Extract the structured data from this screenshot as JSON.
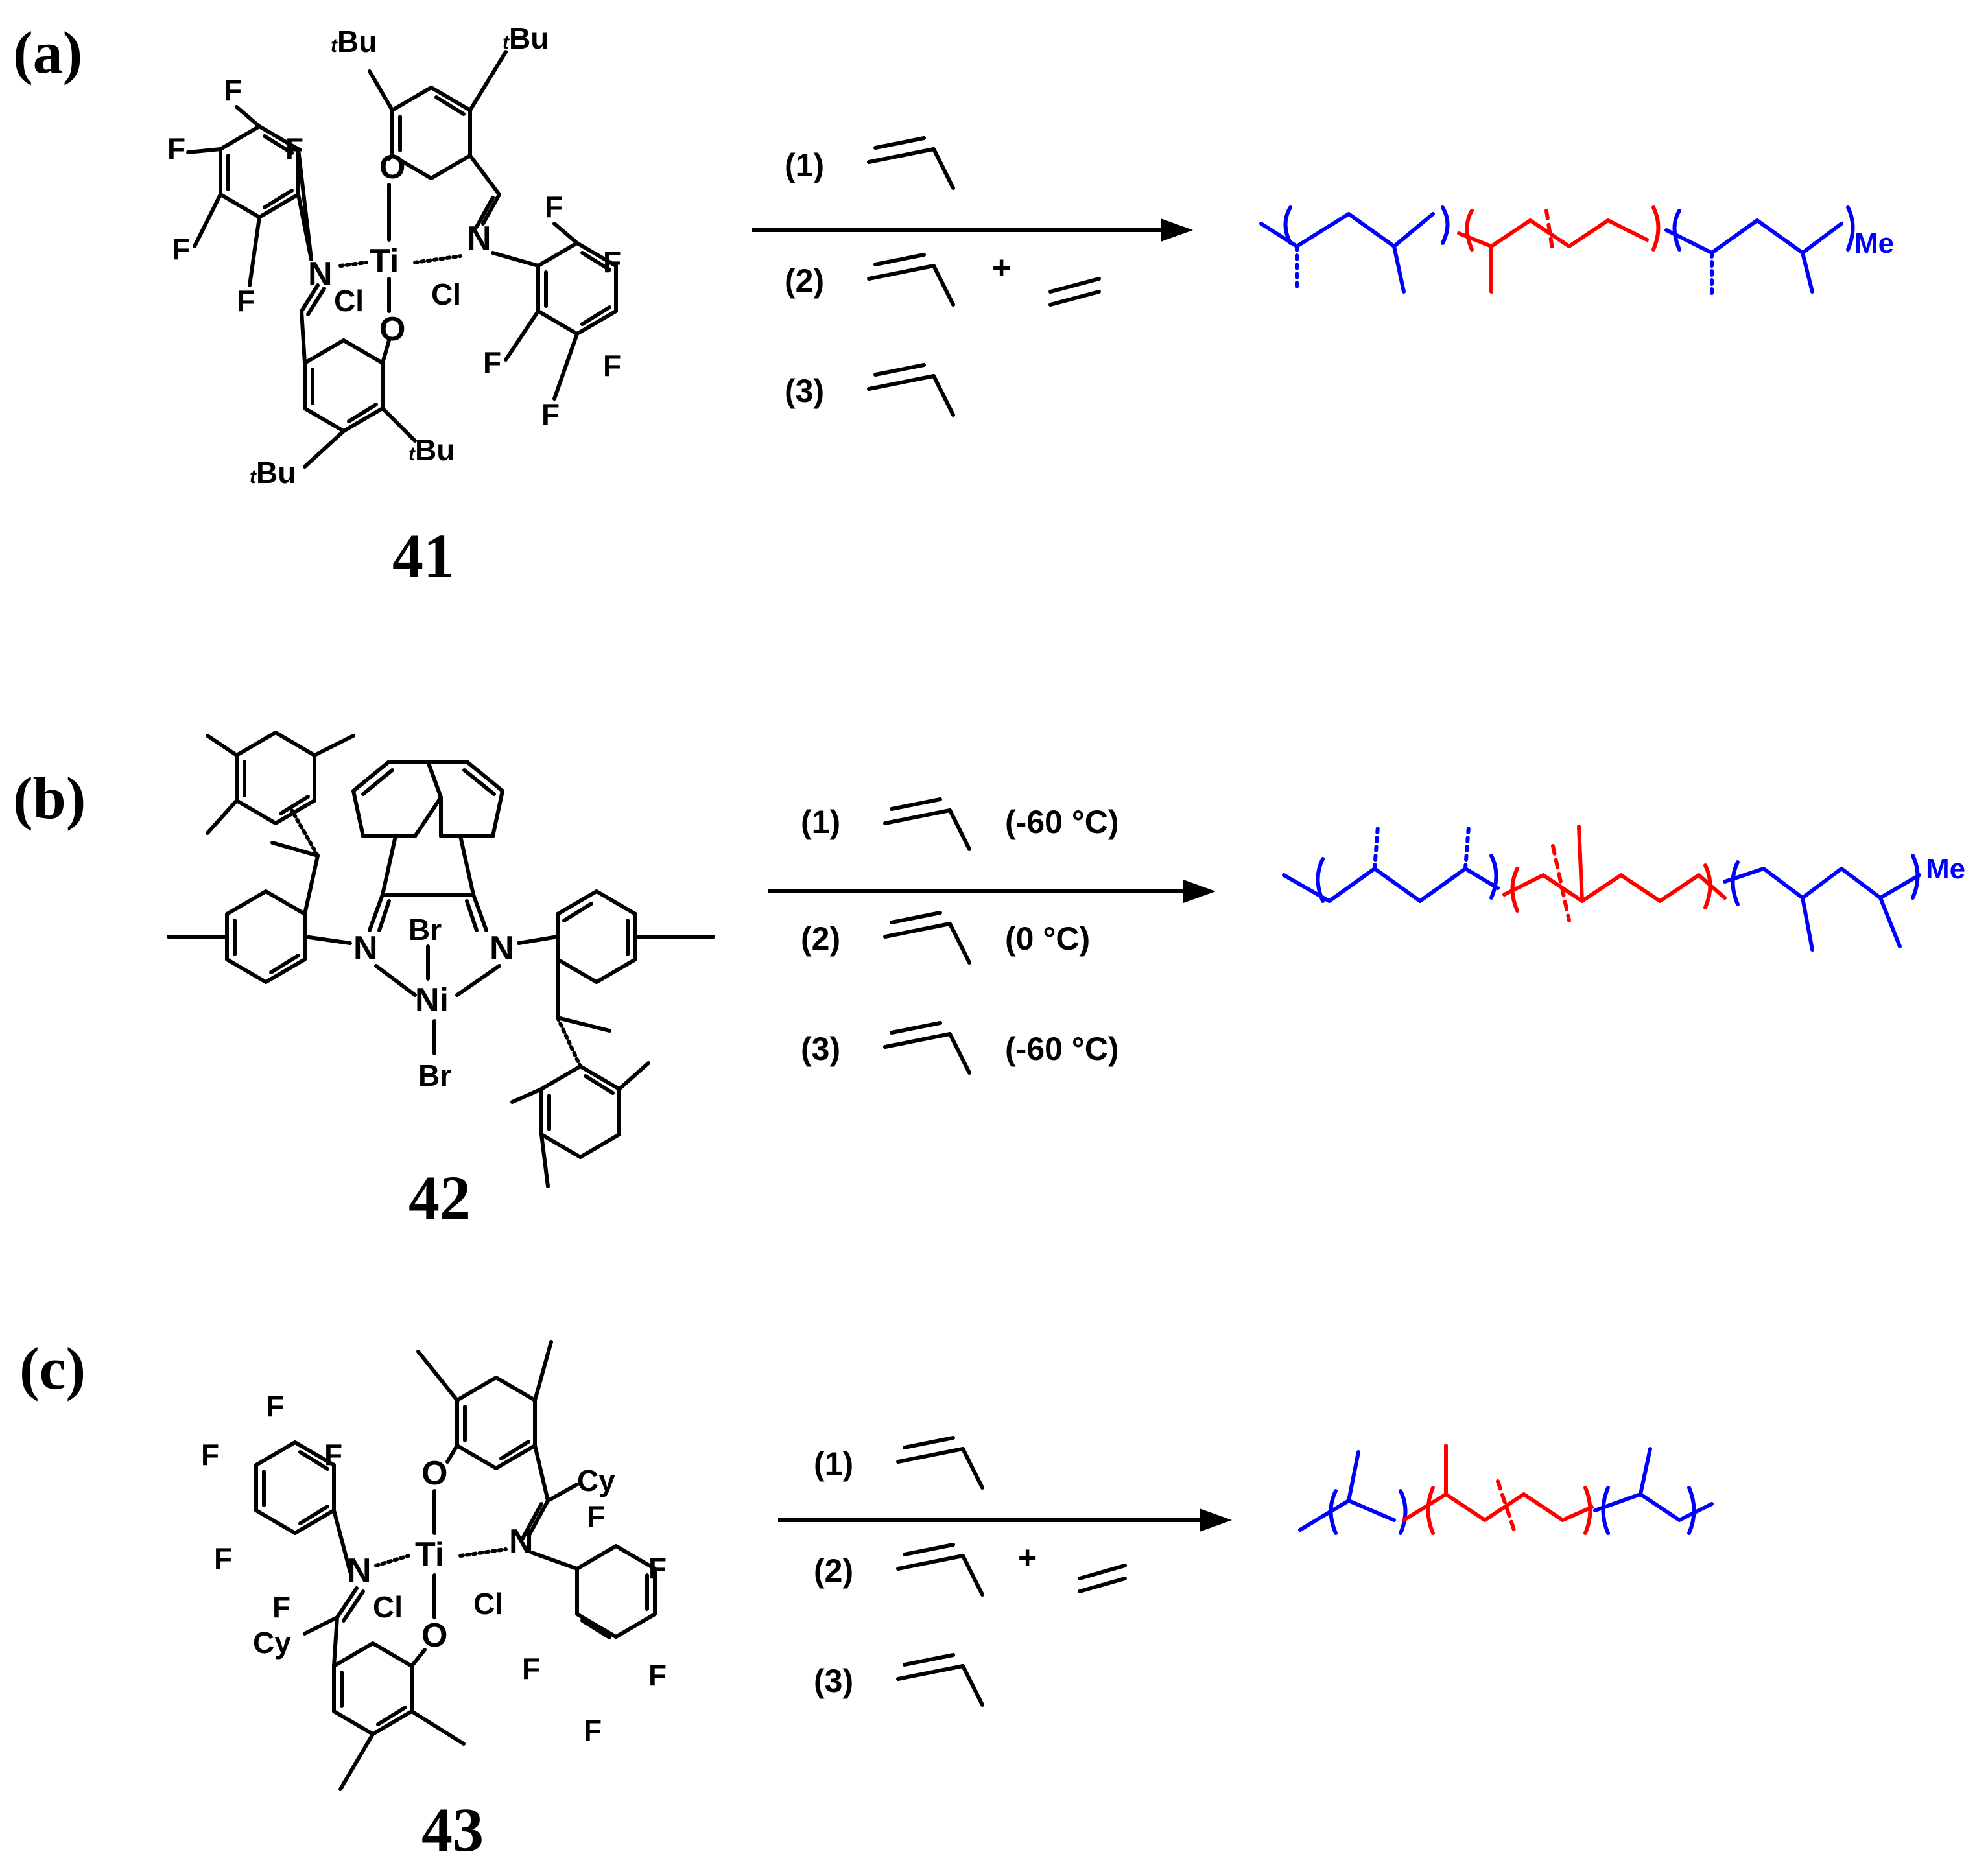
{
  "panels": [
    {
      "label": "(a)",
      "compound": "41",
      "metal": "Ti",
      "ligands": [
        "Cl",
        "Cl"
      ],
      "steps": [
        {
          "num": "(1)",
          "monomer": "propylene",
          "temp": ""
        },
        {
          "num": "(2)",
          "monomer": "propylene",
          "plus": "+",
          "comonomer": "ethylene",
          "temp": ""
        },
        {
          "num": "(3)",
          "monomer": "propylene",
          "temp": ""
        }
      ],
      "end_group": "Me"
    },
    {
      "label": "(b)",
      "compound": "42",
      "metal": "Ni",
      "ligands": [
        "Br",
        "Br"
      ],
      "steps": [
        {
          "num": "(1)",
          "monomer": "propylene",
          "temp": "(-60 °C)"
        },
        {
          "num": "(2)",
          "monomer": "propylene",
          "temp": "(0 °C)"
        },
        {
          "num": "(3)",
          "monomer": "propylene",
          "temp": "(-60 °C)"
        }
      ],
      "end_group": "Me"
    },
    {
      "label": "(c)",
      "compound": "43",
      "metal": "Ti",
      "ligands": [
        "Cl",
        "Cl"
      ],
      "steps": [
        {
          "num": "(1)",
          "monomer": "propylene",
          "temp": ""
        },
        {
          "num": "(2)",
          "monomer": "propylene",
          "plus": "+",
          "comonomer": "ethylene",
          "temp": ""
        },
        {
          "num": "(3)",
          "monomer": "propylene",
          "temp": ""
        }
      ],
      "end_group": ""
    }
  ],
  "atoms": {
    "F": "F",
    "N": "N",
    "O": "O",
    "Cl": "Cl",
    "Br": "Br",
    "Cy": "Cy",
    "Bu": "Bu",
    "t": "t"
  },
  "colors": {
    "isotactic_block": "#0000ff",
    "copolymer_block": "#ff0000",
    "structure": "#000000"
  }
}
